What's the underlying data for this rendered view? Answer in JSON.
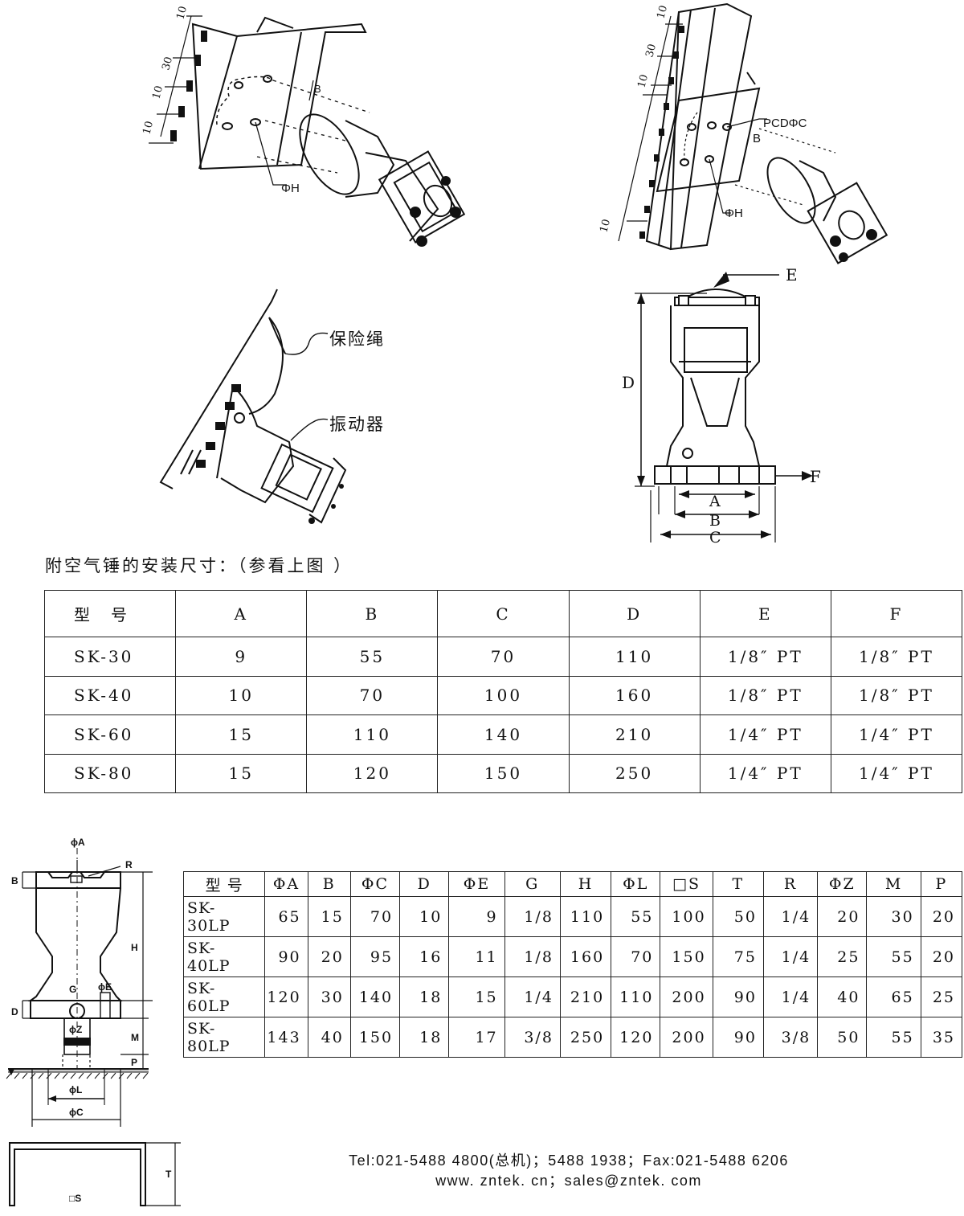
{
  "drawings": {
    "top_left": {
      "dims": [
        "10",
        "30",
        "10",
        "10"
      ],
      "label_b": "B",
      "label_h": "ΦH"
    },
    "top_right": {
      "dims": [
        "10",
        "30",
        "10",
        "10"
      ],
      "label_pcd": "PCDΦC",
      "label_b": "B",
      "label_h": "ΦH"
    },
    "middle_left": {
      "rope": "保险绳",
      "vibrator": "振动器"
    },
    "middle_right": {
      "E": "E",
      "D": "D",
      "F": "F",
      "A": "A",
      "B": "B",
      "C": "C"
    },
    "bottom_left": {
      "phiA": "ϕA",
      "R": "R",
      "B": "B",
      "H": "H",
      "G": "G",
      "phiE": "ϕE",
      "D": "D",
      "phiZ": "ϕZ",
      "M": "M",
      "P": "P",
      "phiL": "ϕL",
      "phiC": "ϕC",
      "T": "T",
      "S": "□S"
    }
  },
  "table1": {
    "caption": "附空气锤的安装尺寸：（参看上图 ）",
    "headers": [
      "型　号",
      "A",
      "B",
      "C",
      "D",
      "E",
      "F"
    ],
    "rows": [
      [
        "SK-30",
        "9",
        "55",
        "70",
        "110",
        "1/8″ PT",
        "1/8″ PT"
      ],
      [
        "SK-40",
        "10",
        "70",
        "100",
        "160",
        "1/8″ PT",
        "1/8″ PT"
      ],
      [
        "SK-60",
        "15",
        "110",
        "140",
        "210",
        "1/4″ PT",
        "1/4″ PT"
      ],
      [
        "SK-80",
        "15",
        "120",
        "150",
        "250",
        "1/4″ PT",
        "1/4″ PT"
      ]
    ]
  },
  "table2": {
    "headers": [
      "型 号",
      "ΦA",
      "B",
      "ΦC",
      "D",
      "ΦE",
      "G",
      "H",
      "ΦL",
      "□S",
      "T",
      "R",
      "ΦZ",
      "M",
      "P"
    ],
    "rows": [
      [
        "SK-30LP",
        "65",
        "15",
        "70",
        "10",
        "9",
        "1/8",
        "110",
        "55",
        "100",
        "50",
        "1/4",
        "20",
        "30",
        "20"
      ],
      [
        "SK-40LP",
        "90",
        "20",
        "95",
        "16",
        "11",
        "1/8",
        "160",
        "70",
        "150",
        "75",
        "1/4",
        "25",
        "55",
        "20"
      ],
      [
        "SK-60LP",
        "120",
        "30",
        "140",
        "18",
        "15",
        "1/4",
        "210",
        "110",
        "200",
        "90",
        "1/4",
        "40",
        "65",
        "25"
      ],
      [
        "SK-80LP",
        "143",
        "40",
        "150",
        "18",
        "17",
        "3/8",
        "250",
        "120",
        "200",
        "90",
        "3/8",
        "50",
        "55",
        "35"
      ]
    ]
  },
  "footer": {
    "line1": "Tel:021-5488 4800(总机)；5488 1938；Fax:021-5488 6206",
    "line2": "www. zntek. cn；sales@zntek. com"
  }
}
